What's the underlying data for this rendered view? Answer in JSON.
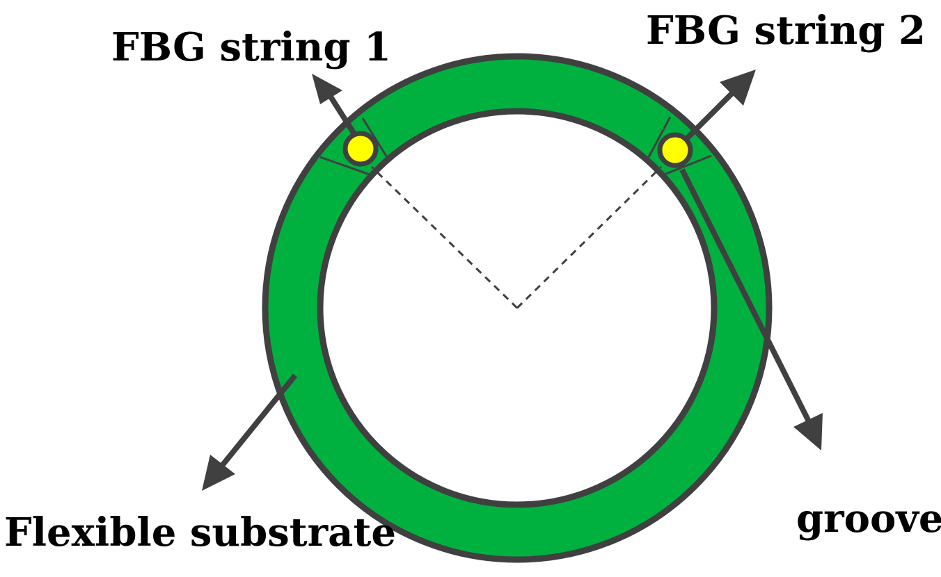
{
  "labels": {
    "fbg_string_1": "FBG string 1",
    "fbg_string_2": "FBG string 2",
    "flexible_substrate": "Flexible substrate",
    "groove": "groove"
  },
  "colors": {
    "substrate": "#00b140",
    "outline": "#404040",
    "fiber_core": "#ffff00",
    "background": "#ffffff",
    "text": "#000000"
  }
}
